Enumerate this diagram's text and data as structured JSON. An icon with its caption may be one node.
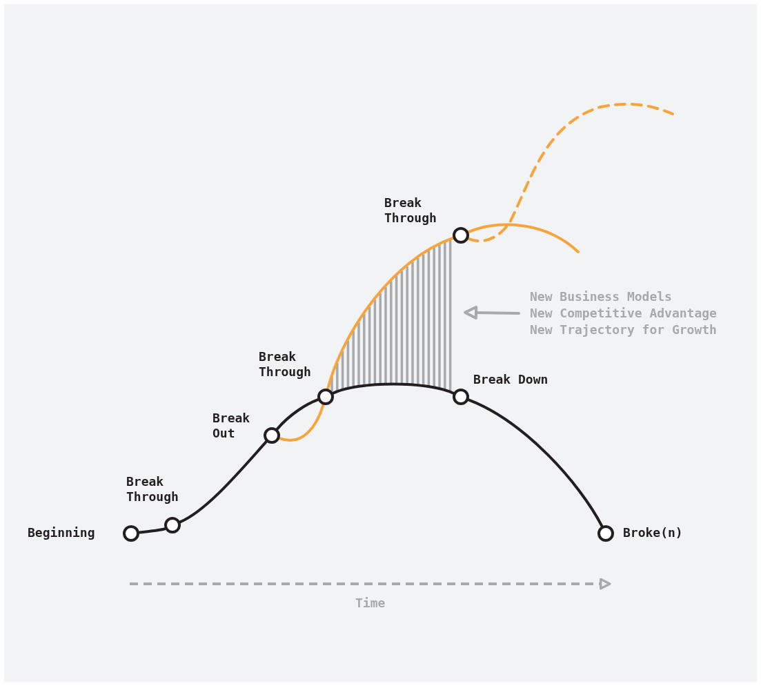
{
  "diagram": {
    "nodes": [
      {
        "text": [
          "Beginning"
        ]
      },
      {
        "text": [
          "Break Through"
        ]
      },
      {
        "text": [
          "Break Out"
        ]
      },
      {
        "text": [
          "Break Through"
        ]
      },
      {
        "text": [
          "Break Through"
        ]
      },
      {
        "text": [
          "Break Down"
        ]
      },
      {
        "text": [
          "Broke(n)"
        ]
      },
      {
        "text": [
          "New Business Models",
          "New Competitive Advantage",
          "New Trajectory for Growth"
        ]
      }
    ],
    "edges": [
      {
        "from": 0,
        "to": 1,
        "arrow": "none"
      },
      {
        "from": 1,
        "to": 2,
        "arrow": "none"
      },
      {
        "from": 2,
        "to": 3,
        "arrow": "none"
      },
      {
        "from": 3,
        "to": 5,
        "arrow": "none"
      },
      {
        "from": 5,
        "to": 6,
        "arrow": "none"
      },
      {
        "from": 2,
        "to": 3,
        "arrow": "none",
        "color": "#f7a43c"
      },
      {
        "from": 3,
        "to": 4,
        "arrow": "none",
        "color": "#f7a43c"
      },
      {
        "from": 4,
        "to": null,
        "arrow": "none",
        "color": "#f7a43c"
      },
      {
        "from": 4,
        "to": null,
        "arrow": "none",
        "style": "dashed",
        "color": "#f7a43c"
      },
      {
        "from": 7,
        "to": null,
        "arrow": "to",
        "color": "#a7a9ac"
      }
    ],
    "labels": [
      "Time"
    ]
  }
}
